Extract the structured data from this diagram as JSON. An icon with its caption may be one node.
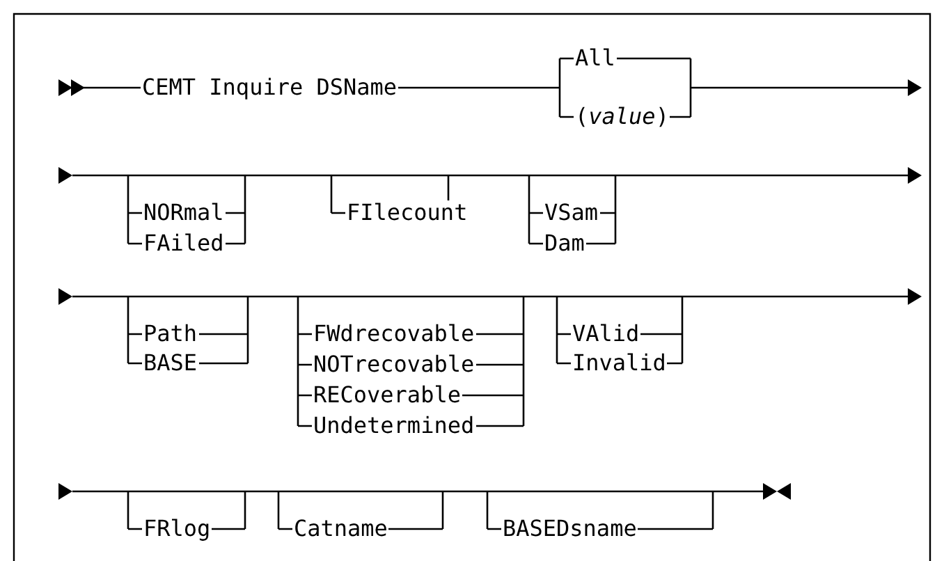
{
  "diagram": {
    "labels": [
      "CEMT Inquire DSName",
      "All",
      "(*value*)",
      "NORmal",
      "FAiled",
      "FIlecount",
      "VSam",
      "Dam",
      "Path",
      "BASE",
      "FWdrecovable",
      "NOTrecovable",
      "RECoverable",
      "Undetermined",
      "VAlid",
      "Invalid",
      "FRlog",
      "Catname",
      "BASEDsname"
    ]
  }
}
